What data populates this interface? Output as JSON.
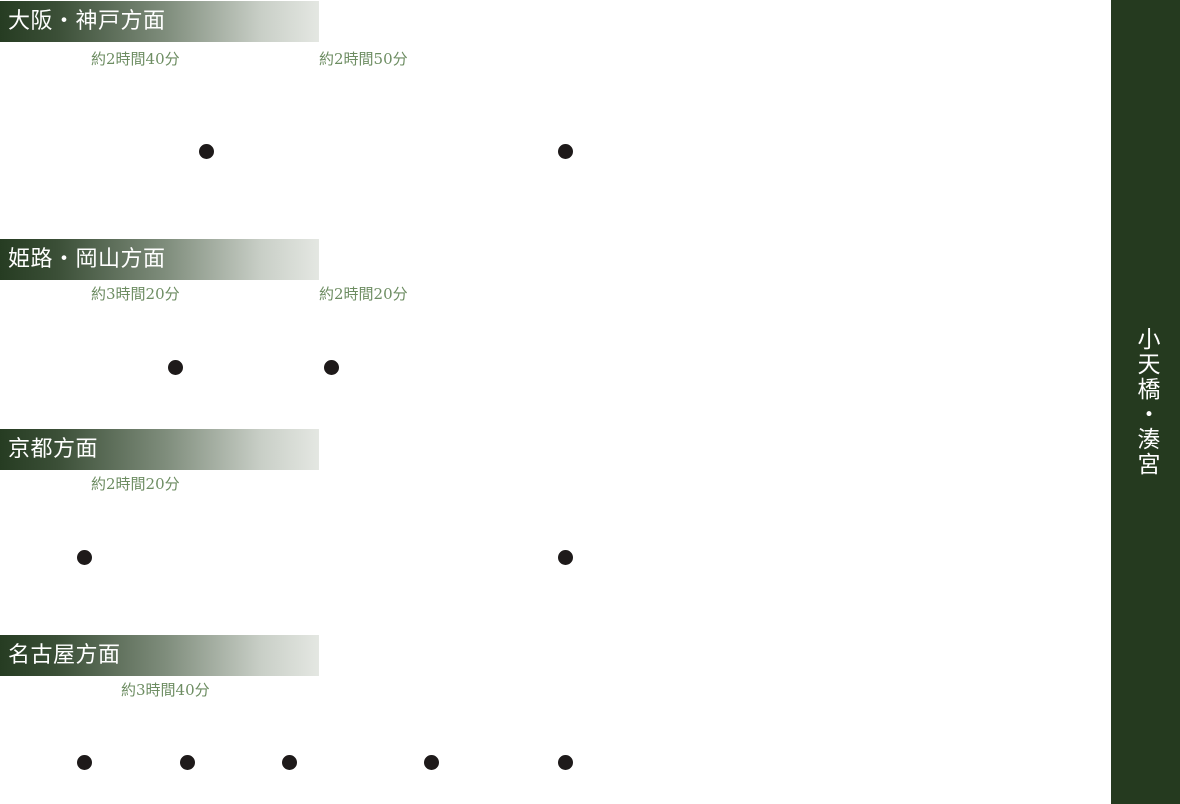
{
  "destination": {
    "label": "小天橋・湊宮"
  },
  "routes": [
    {
      "title": "大阪・神戸方面",
      "times": [
        "約2時間40分",
        "約2時間50分"
      ]
    },
    {
      "title": "姫路・岡山方面",
      "times": [
        "約3時間20分",
        "約2時間20分"
      ]
    },
    {
      "title": "京都方面",
      "times": [
        "約2時間20分"
      ]
    },
    {
      "title": "名古屋方面",
      "times": [
        "約3時間40分"
      ]
    }
  ],
  "colors": {
    "header_dark": "#263c22",
    "sidebar": "#253a1f",
    "time_text": "#6d8d62",
    "dot": "#1e1a1a"
  }
}
